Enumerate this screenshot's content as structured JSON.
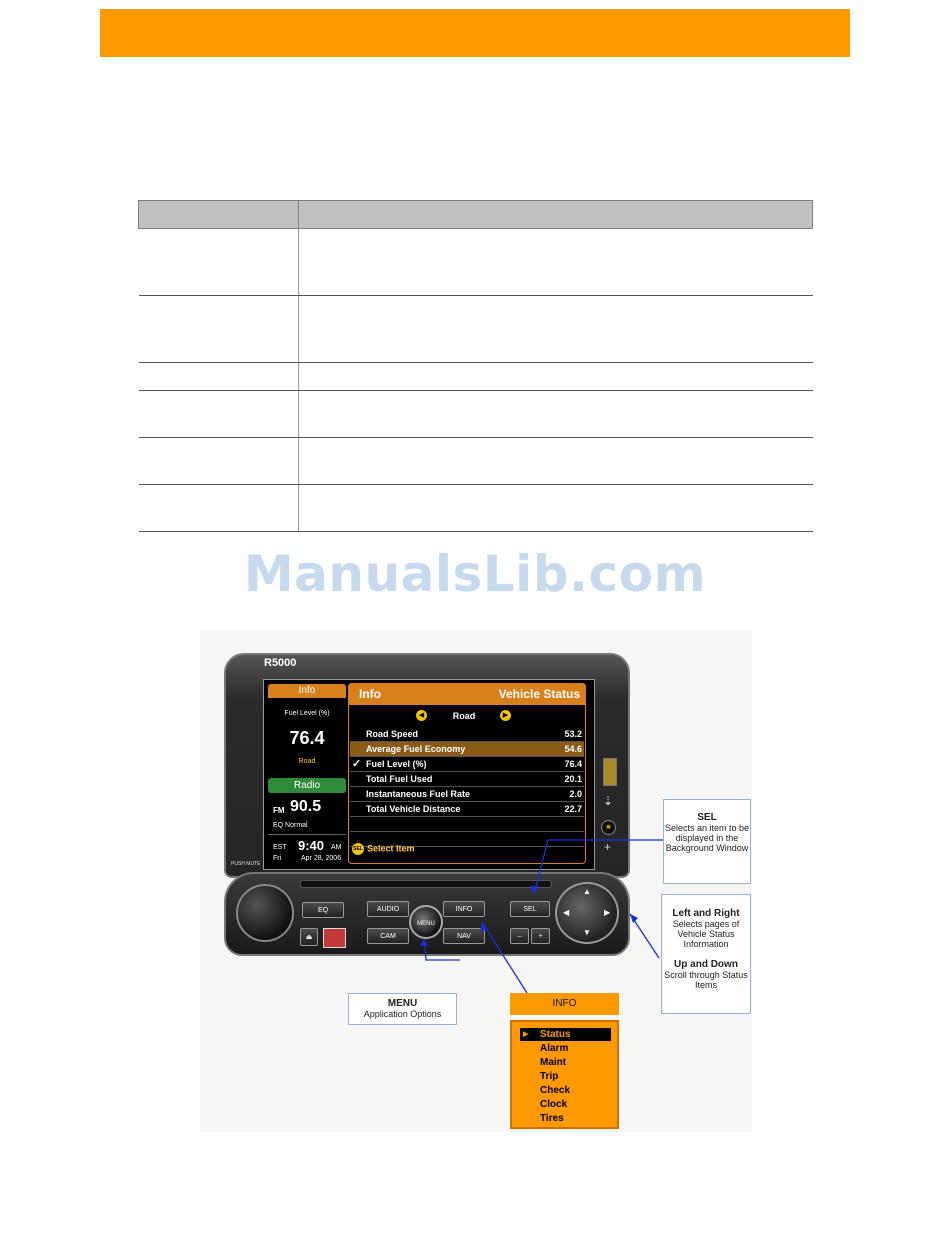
{
  "watermark": "ManualsLib.com",
  "device": {
    "brand": "R5000",
    "left_panel": {
      "info_tab": "Info",
      "fuel_label": "Fuel Level (%)",
      "fuel_value": "76.4",
      "road_label": "Road",
      "radio_tab": "Radio",
      "band": "FM",
      "frequency": "90.5",
      "eq": "EQ Normal",
      "timezone": "EST",
      "time": "9:40",
      "ampm": "AM",
      "day": "Fri",
      "date": "Apr 28, 2006"
    },
    "main_panel": {
      "title_left": "Info",
      "title_right": "Vehicle Status",
      "page_name": "Road",
      "rows": [
        {
          "name": "Road Speed",
          "value": "53.2"
        },
        {
          "name": "Average Fuel Economy",
          "value": "54.6"
        },
        {
          "name": "Fuel Level (%)",
          "value": "76.4"
        },
        {
          "name": "Total Fuel Used",
          "value": "20.1"
        },
        {
          "name": "Instantaneous Fuel Rate",
          "value": "2.0"
        },
        {
          "name": "Total Vehicle Distance",
          "value": "22.7"
        }
      ],
      "checkmark": "✓",
      "footer_icon": "SEL",
      "footer": "Select Item"
    },
    "push_mute": "PUSH MUTE",
    "buttons": {
      "eq": "EQ",
      "audio": "AUDIO",
      "info": "INFO",
      "sel": "SEL",
      "cam": "CAM",
      "menu": "MENU",
      "nav": "NAV",
      "minus": "–",
      "plus": "+"
    },
    "icons": [
      "usb-icon",
      "sd-card-icon",
      "eject-icon",
      "dpad-arrows"
    ]
  },
  "callouts": {
    "sel_title": "SEL",
    "sel_text": "Selects an item to be displayed in the Background Window",
    "lr_title": "Left and Right",
    "lr_text": "Selects pages of Vehicle Status Information",
    "ud_title": "Up and Down",
    "ud_text": "Scroll through Status Items",
    "menu_title": "MENU",
    "menu_text": "Application Options"
  },
  "info_menu": {
    "title": "INFO",
    "items": [
      "Status",
      "Alarm",
      "Maint",
      "Trip",
      "Check",
      "Clock",
      "Tires"
    ],
    "selected": "Status"
  },
  "colors": {
    "header_orange": "#ff9900",
    "table_header_gray": "#c0c0c0",
    "panel_orange": "#d8801c",
    "radio_green": "#2e8b3a",
    "callout_line_blue": "#1a2fd6"
  }
}
